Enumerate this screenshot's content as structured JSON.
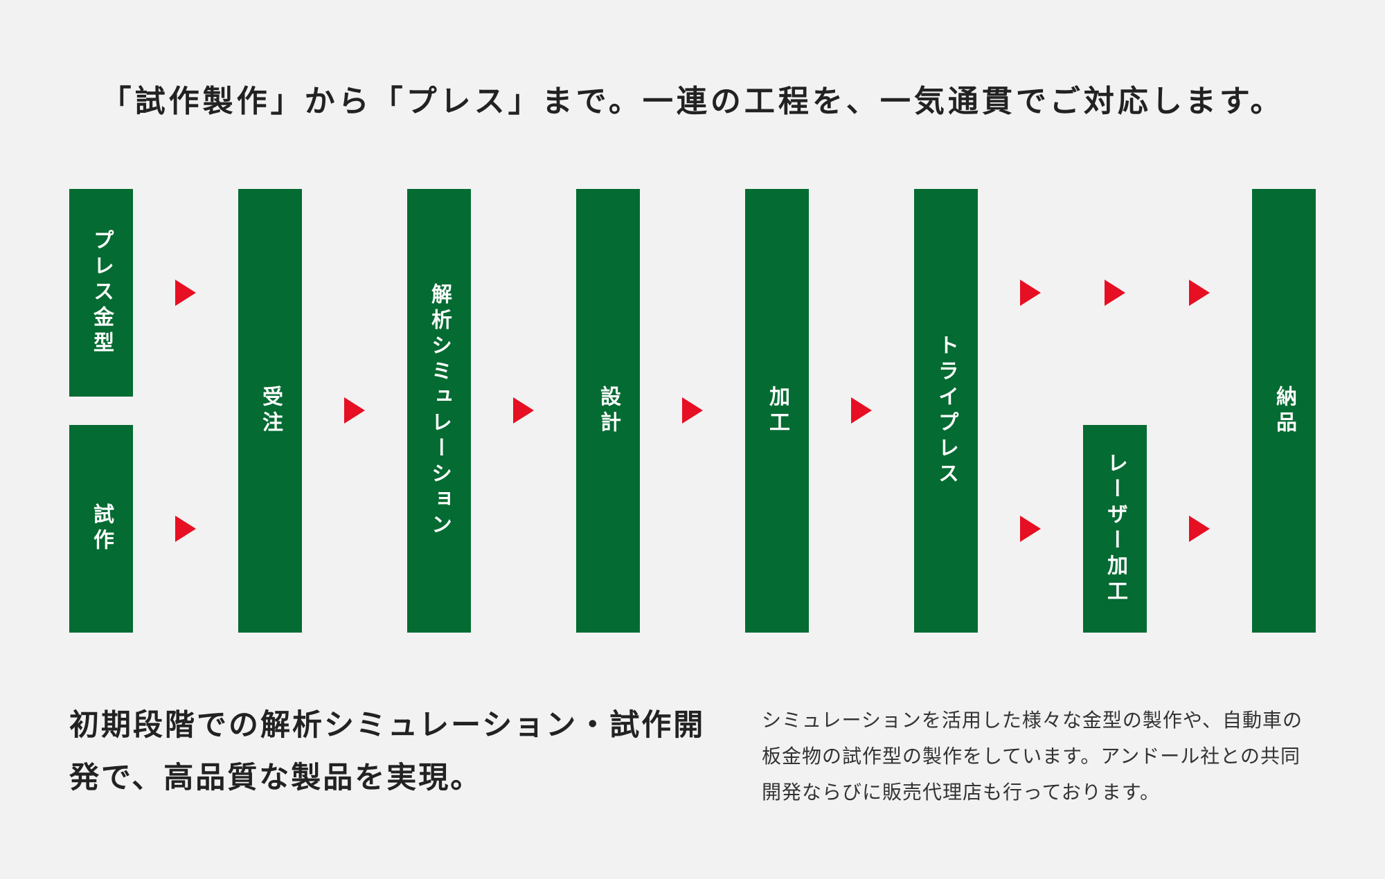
{
  "headline": "「試作製作」から「プレス」まで。一連の工程を、一気通貫でご対応します。",
  "colors": {
    "step_fill": "#046b32",
    "arrow": "#e60f23",
    "background": "#f2f2f2"
  },
  "steps": {
    "press_die": "プレス金型",
    "prototype": "試作",
    "order": "受注",
    "analysis": "解析シミュレーション",
    "design": "設計",
    "machining": "加工",
    "try_press": "トライプレス",
    "laser": "レーザー加工",
    "delivery": "納品"
  },
  "lead": "初期段階での解析シミュレーション・試作開発で、高品質な製品を実現。",
  "description": "シミュレーションを活用した様々な金型の製作や、自動車の板金物の試作型の製作をしています。アンドール社との共同開発ならびに販売代理店も行っております。"
}
